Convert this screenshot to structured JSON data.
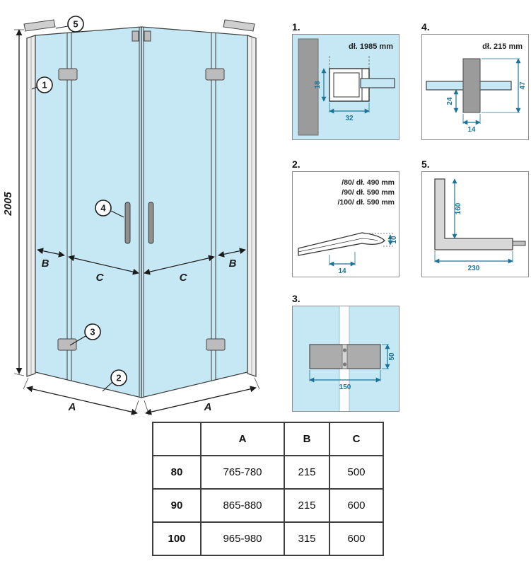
{
  "colors": {
    "glass": "#c5e8f4",
    "wall": "#9b9b9b",
    "fitting": "#bcbcbc",
    "profile": "#ececec",
    "dim-detail": "#1d7396"
  },
  "main_diagram": {
    "height": "2005",
    "width_left": "A",
    "width_right": "A",
    "b_left": "B",
    "c_left": "C",
    "c_right": "C",
    "b_right": "B",
    "callout_1": "1",
    "callout_2": "2",
    "callout_3": "3",
    "callout_4": "4",
    "callout_5": "5"
  },
  "details": {
    "d1": {
      "label": "1.",
      "title": "dł. 1985 mm",
      "dim_h": "18",
      "dim_w": "32"
    },
    "d2": {
      "label": "2.",
      "line1": "/80/ dł. 490 mm",
      "line2": "/90/ dł. 590 mm",
      "line3": "/100/ dł. 590 mm",
      "dim_w": "14",
      "dim_h": "10"
    },
    "d3": {
      "label": "3.",
      "dim_w": "150",
      "dim_h": "50"
    },
    "d4": {
      "label": "4.",
      "title": "dł. 215 mm",
      "dim_a": "24",
      "dim_b": "14",
      "dim_c": "47"
    },
    "d5": {
      "label": "5.",
      "dim_h": "160",
      "dim_w": "230"
    }
  },
  "table": {
    "headers": [
      "",
      "A",
      "B",
      "C"
    ],
    "rows": [
      [
        "80",
        "765-780",
        "215",
        "500"
      ],
      [
        "90",
        "865-880",
        "215",
        "600"
      ],
      [
        "100",
        "965-980",
        "315",
        "600"
      ]
    ]
  }
}
